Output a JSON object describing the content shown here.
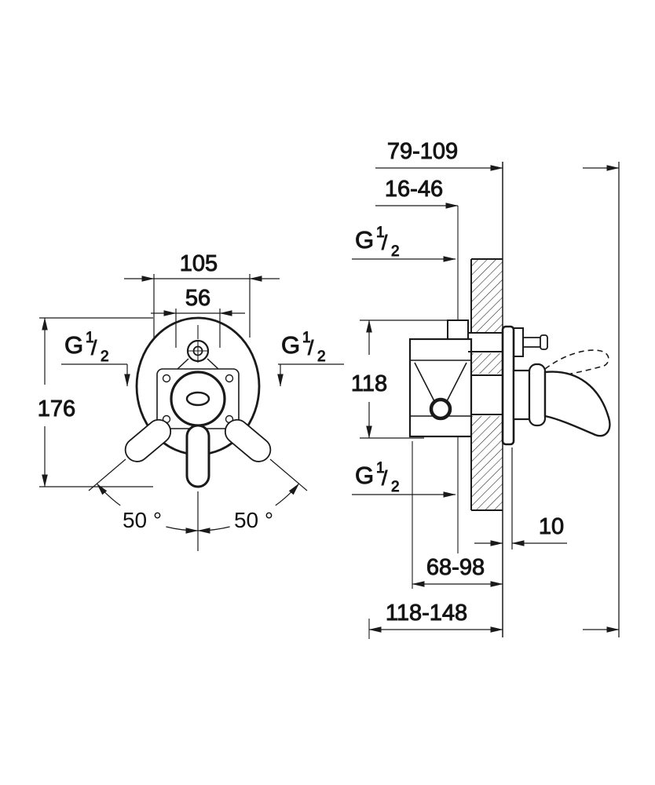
{
  "drawing": {
    "colors": {
      "background": "#ffffff",
      "line": "#1a1a1a",
      "text": "#111111"
    },
    "dims": {
      "projection_range": "79-109",
      "rough_in_range": "16-46",
      "plate_width": "105",
      "inner_width": "56",
      "plate_height": "176",
      "body_height": "118",
      "angle_left": "50 °",
      "angle_right": "50 °",
      "plate_thickness": "10",
      "body_to_wall_range": "68-98",
      "total_depth_range": "118-148"
    },
    "thread": {
      "prefix": "G",
      "numerator": "1",
      "slash": "/",
      "denominator": "2"
    }
  }
}
